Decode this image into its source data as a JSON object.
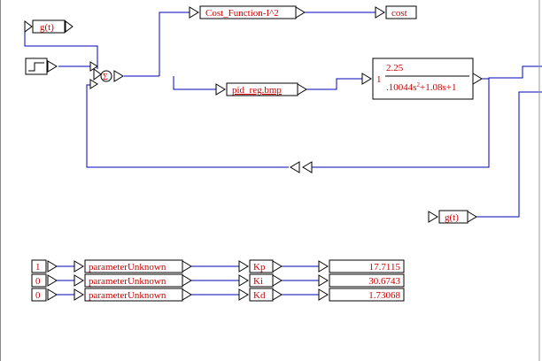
{
  "colors": {
    "wire": "#0000bb",
    "text": "#cc0000",
    "block_border": "#000000",
    "background": "#ffffff"
  },
  "icons": {
    "step": "step-source-icon",
    "sum": "summing-junction-icon",
    "port": "triangle-port-icon"
  },
  "blocks": {
    "gt_top": "g(t)",
    "cost_function": "Cost_Function-I^2",
    "cost": "cost",
    "sum_symbol": "Σ",
    "pid": "pid_reg.bmp",
    "tf_gain": "1",
    "tf_num": "2.25",
    "tf_den_a": ".10044s",
    "tf_den_exp": "2",
    "tf_den_b": "+1.08s+1",
    "gt_bottom": "g(t)"
  },
  "parameters": [
    {
      "input": "1",
      "block": "parameterUnknown",
      "name": "Kp",
      "value": "17.7115"
    },
    {
      "input": "0",
      "block": "parameterUnknown",
      "name": "Ki",
      "value": "30.6743"
    },
    {
      "input": "0",
      "block": "parameterUnknown",
      "name": "Kd",
      "value": "1.73068"
    }
  ]
}
